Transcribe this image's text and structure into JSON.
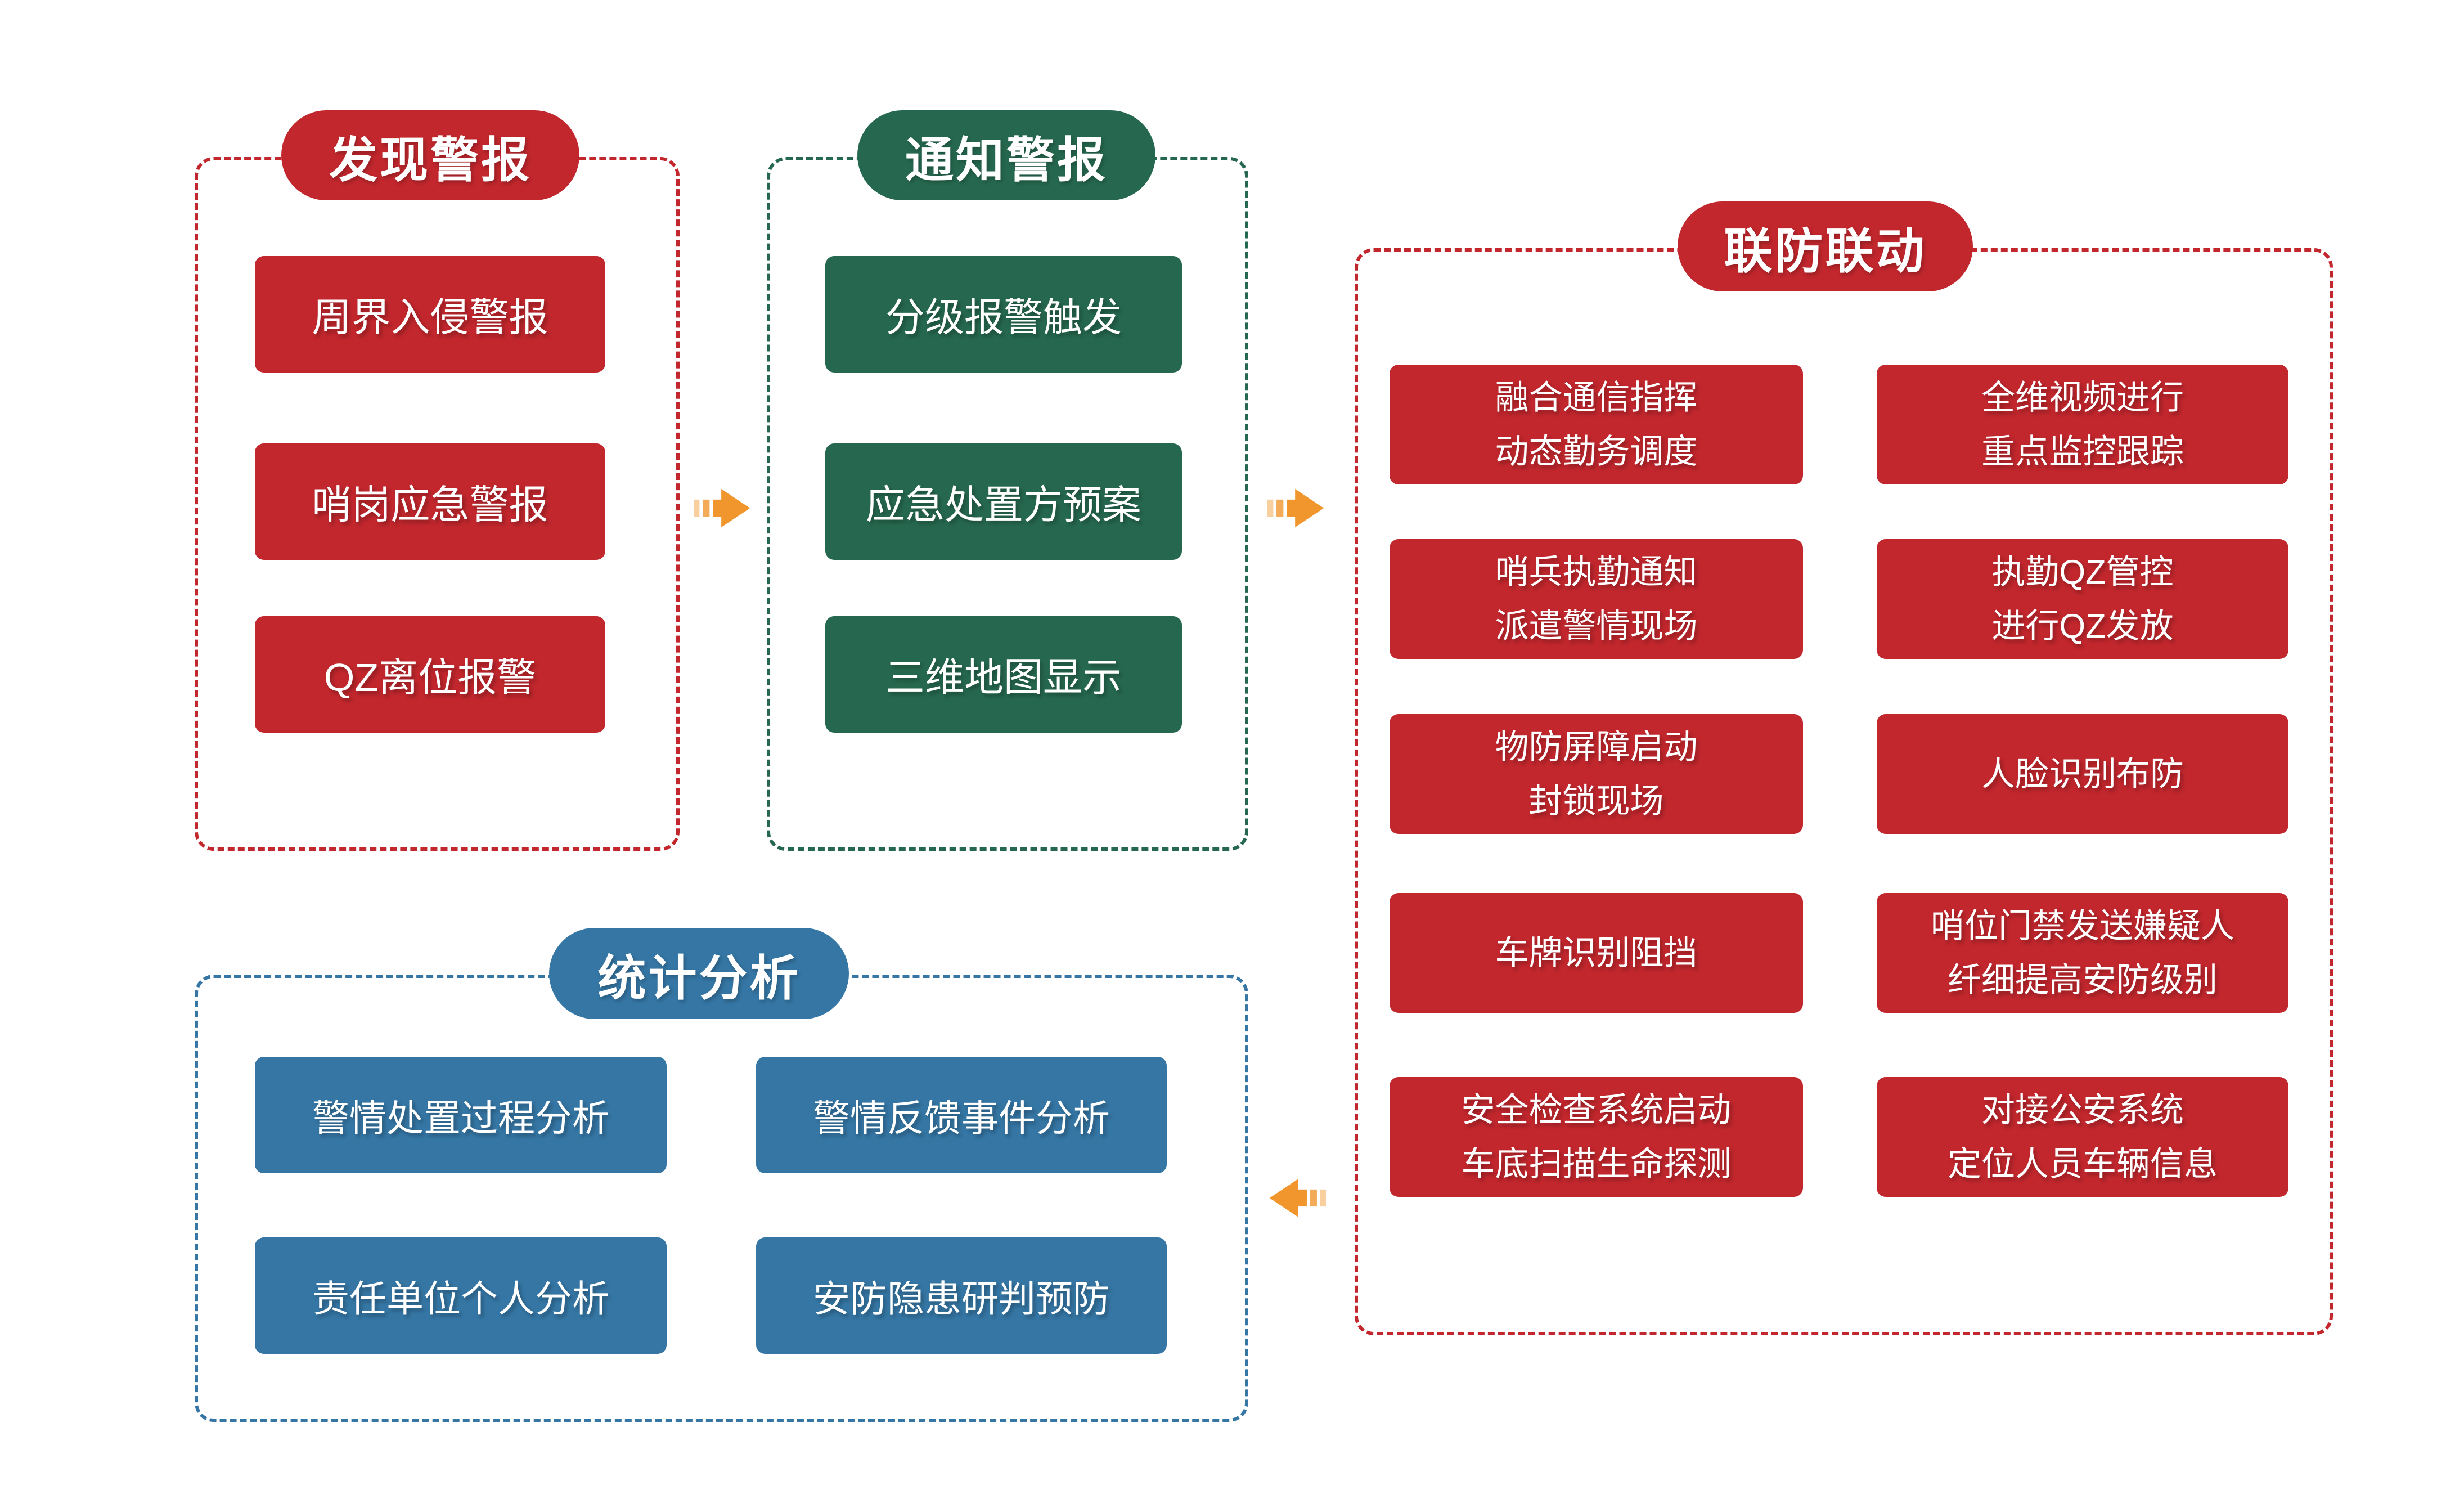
{
  "colors": {
    "red": "#C1272D",
    "green": "#26684F",
    "blue": "#3576A4",
    "orange": "#F0962D"
  },
  "sections": {
    "discover": {
      "title": "发现警报",
      "items": [
        "周界入侵警报",
        "哨岗应急警报",
        "QZ离位报警"
      ]
    },
    "notify": {
      "title": "通知警报",
      "items": [
        "分级报警触发",
        "应急处置方预案",
        "三维地图显示"
      ]
    },
    "joint": {
      "title": "联防联动",
      "items": [
        "融合通信指挥\n动态勤务调度",
        "全维视频进行\n重点监控跟踪",
        "哨兵执勤通知\n派遣警情现场",
        "执勤QZ管控\n进行QZ发放",
        "物防屏障启动\n封锁现场",
        "人脸识别布防",
        "车牌识别阻挡",
        "哨位门禁发送嫌疑人\n纤细提高安防级别",
        "安全检查系统启动\n车底扫描生命探测",
        "对接公安系统\n定位人员车辆信息"
      ]
    },
    "stats": {
      "title": "统计分析",
      "items": [
        "警情处置过程分析",
        "警情反馈事件分析",
        "责任单位个人分析",
        "安防隐患研判预防"
      ]
    }
  },
  "arrows": [
    {
      "name": "discover-to-notify",
      "direction": "right"
    },
    {
      "name": "notify-to-joint",
      "direction": "right"
    },
    {
      "name": "joint-to-stats",
      "direction": "left"
    }
  ]
}
